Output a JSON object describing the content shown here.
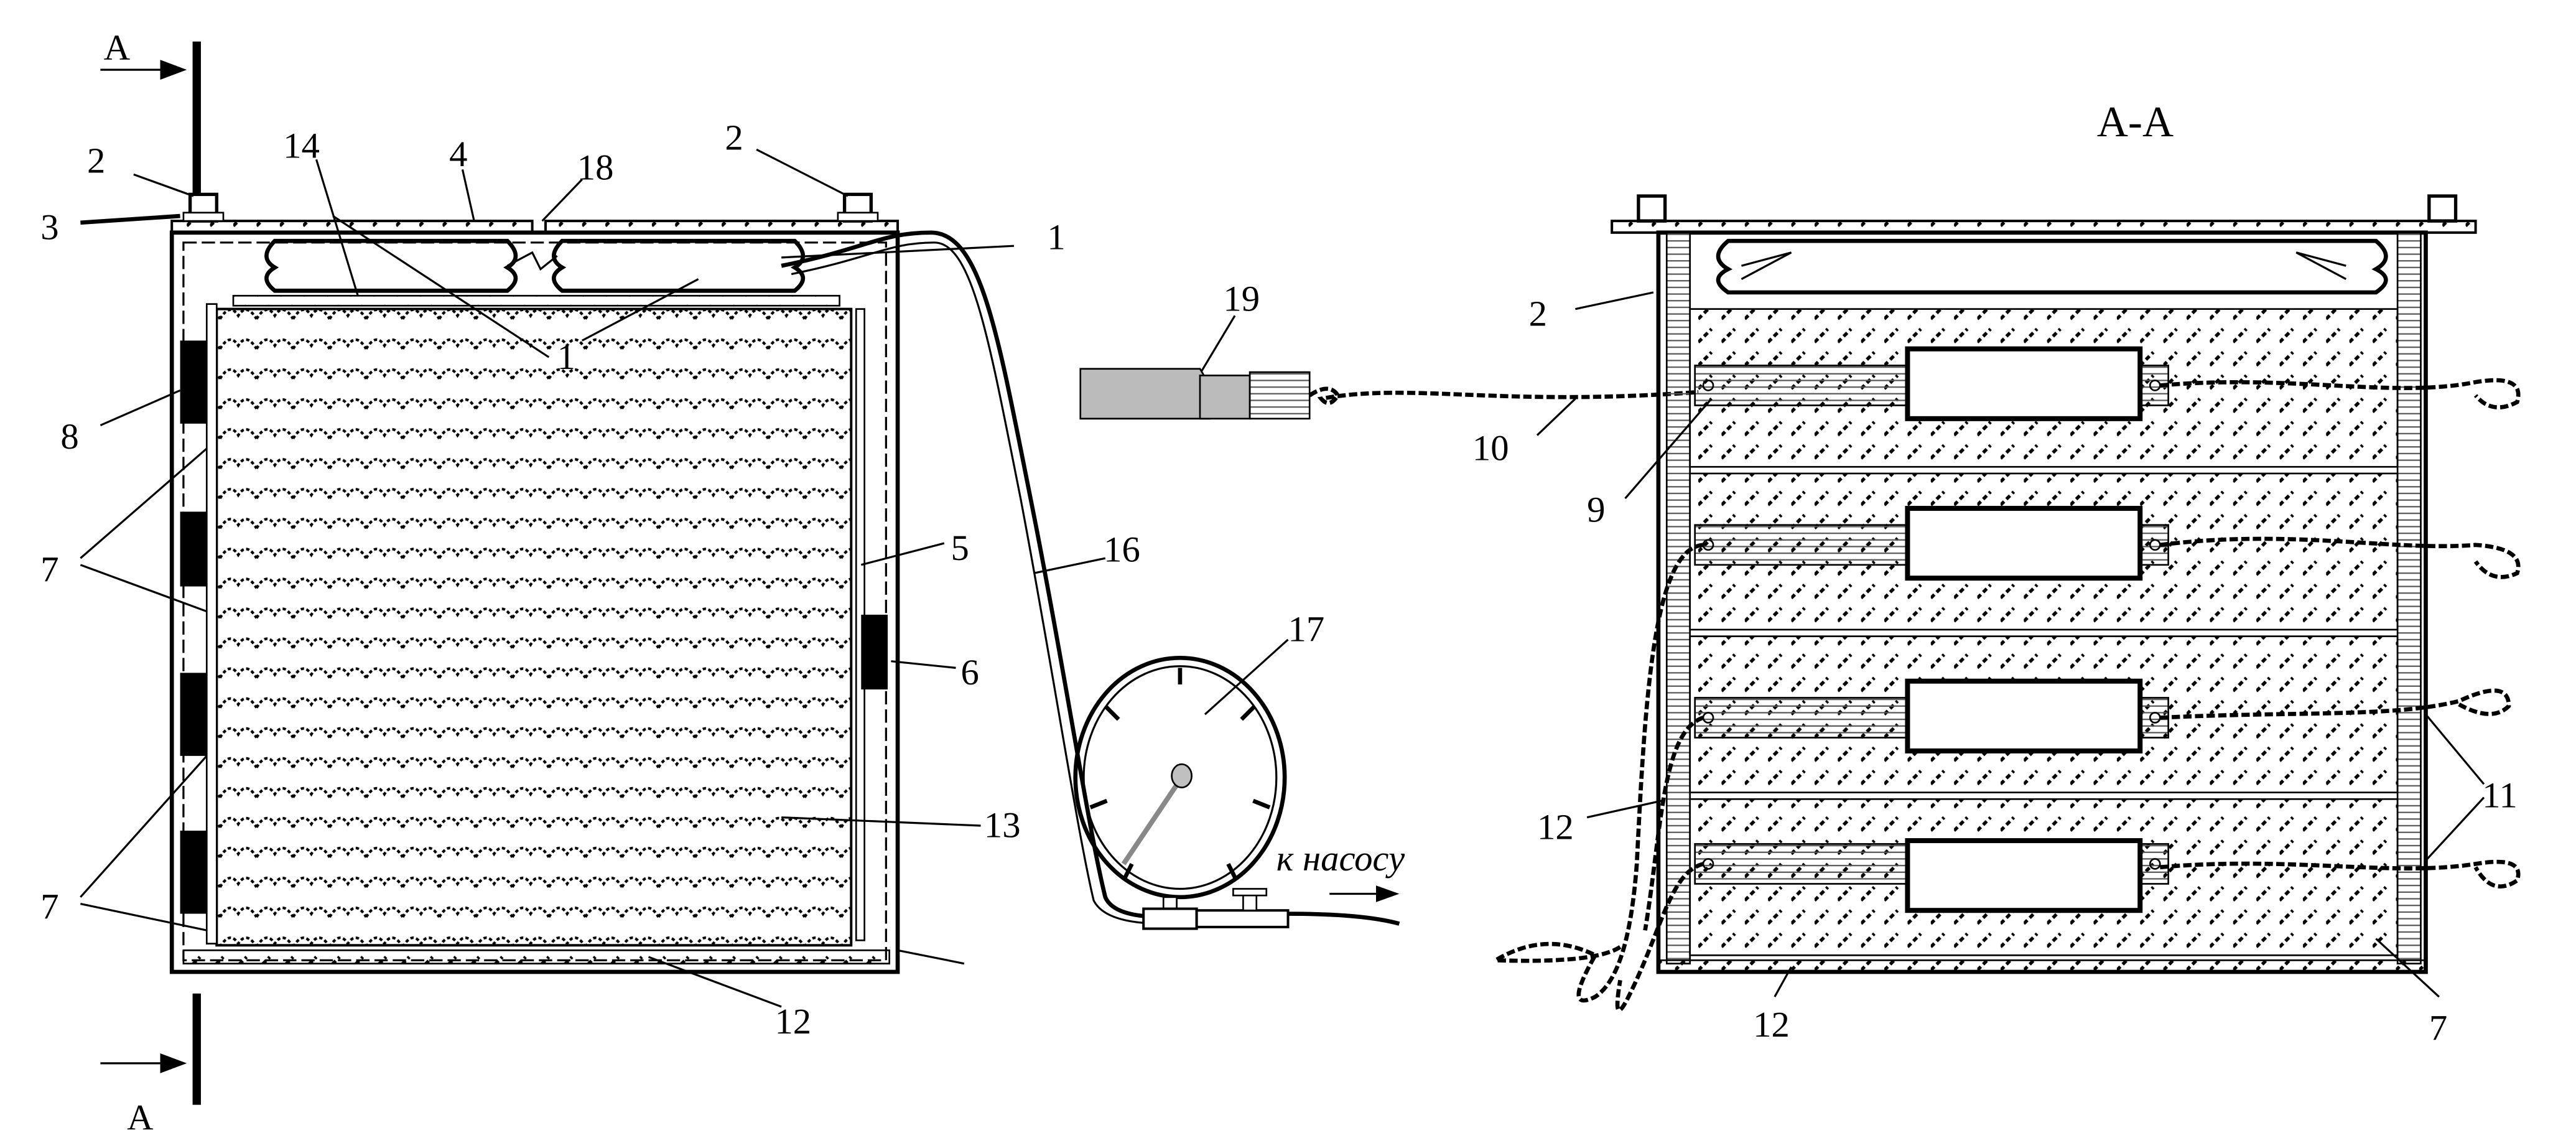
{
  "section_marks": {
    "top": "A",
    "bottom": "A",
    "view_title": "A-A"
  },
  "left_view_labels": {
    "l2a": "2",
    "l3": "3",
    "l14": "14",
    "l4": "4",
    "l18": "18",
    "l2b": "2",
    "l1a": "1",
    "l1b": "1",
    "l8": "8",
    "l7a": "7",
    "l5": "5",
    "l6": "6",
    "l13": "13",
    "l7b": "7",
    "l12": "12"
  },
  "middle_labels": {
    "l16": "16",
    "l17": "17",
    "l19": "19",
    "l10": "10",
    "to_pump": "к насосу"
  },
  "right_view_labels": {
    "l9": "9",
    "l2": "2",
    "l12a": "12",
    "l11": "11",
    "l12b": "12",
    "l7": "7"
  },
  "colors": {
    "ink": "#000000",
    "gray": "#c0c0c0"
  }
}
